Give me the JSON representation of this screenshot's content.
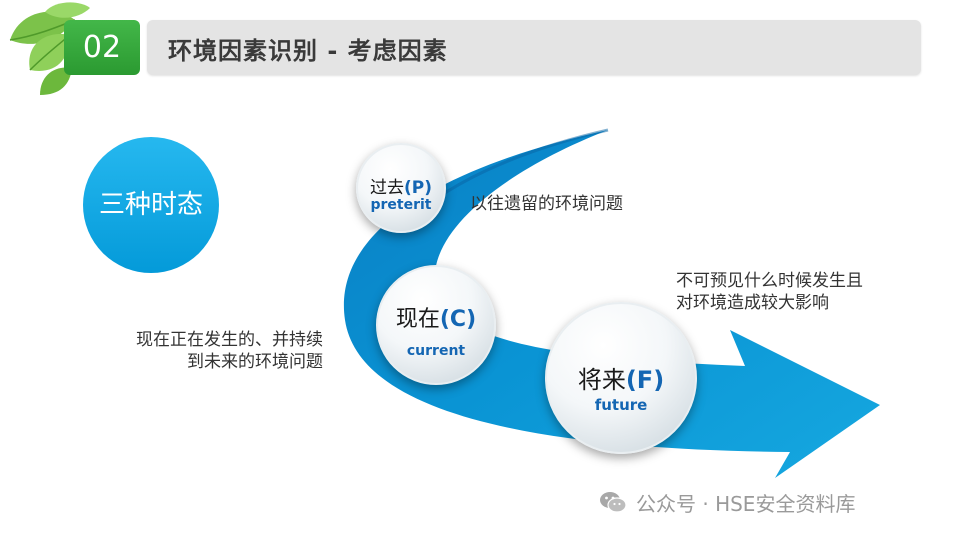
{
  "header": {
    "section_number": "02",
    "title": "环境因素识别 - 考虑因素"
  },
  "topic": {
    "label": "三种时态"
  },
  "tenses": {
    "past": {
      "cn": "过去",
      "code": "(P)",
      "en": "preterit"
    },
    "present": {
      "cn": "现在",
      "code": "(C)",
      "en": "current"
    },
    "future": {
      "cn": "将来",
      "code": "(F)",
      "en": "future"
    }
  },
  "descriptions": {
    "past": "以往遗留的环境问题",
    "present": [
      "现在正在发生的、并持续",
      "到未来的环境问题"
    ],
    "future": [
      "不可预见什么时候发生且",
      "对环境造成较大影响"
    ]
  },
  "watermark": {
    "text": "公众号 · HSE安全资料库"
  },
  "colors": {
    "accent_green": "#2b9a31",
    "accent_blue": "#049ad9",
    "text_blue": "#1466b3",
    "header_bg": "#e4e4e4"
  },
  "icons": [
    "leaf-icon",
    "wechat-icon"
  ]
}
